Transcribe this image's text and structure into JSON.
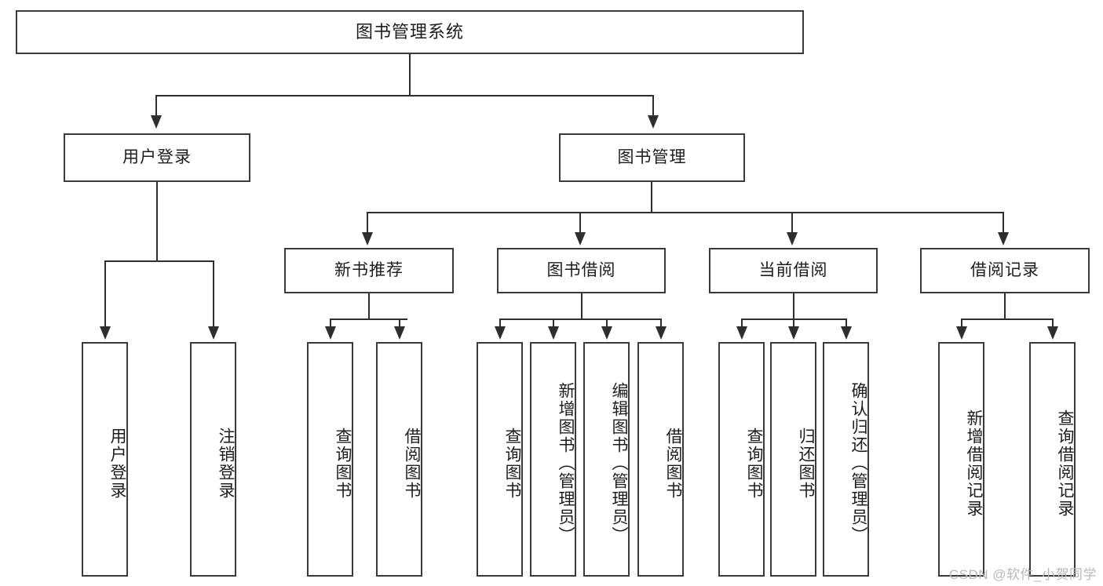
{
  "diagram": {
    "title": "图书管理系统",
    "type": "hierarchy-tree",
    "root": {
      "label": "图书管理系统"
    },
    "level2": [
      {
        "label": "用户登录"
      },
      {
        "label": "图书管理"
      }
    ],
    "level3": [
      {
        "label": "新书推荐"
      },
      {
        "label": "图书借阅"
      },
      {
        "label": "当前借阅"
      },
      {
        "label": "借阅记录"
      }
    ],
    "leaves": {
      "user_login": [
        {
          "label": "用户登录"
        },
        {
          "label": "注销登录"
        }
      ],
      "new_book_recommend": [
        {
          "label": "查询图书"
        },
        {
          "label": "借阅图书"
        }
      ],
      "book_borrow": [
        {
          "label": "查询图书"
        },
        {
          "label": "新增图书（管理员）"
        },
        {
          "label": "编辑图书（管理员）"
        },
        {
          "label": "借阅图书"
        }
      ],
      "current_borrow": [
        {
          "label": "查询图书"
        },
        {
          "label": "归还图书"
        },
        {
          "label": "确认归还（管理员）"
        }
      ],
      "borrow_record": [
        {
          "label": "新增借阅记录"
        },
        {
          "label": "查询借阅记录"
        }
      ]
    }
  },
  "watermark": {
    "text": "CSDN @软件_小贺同学"
  },
  "colors": {
    "box_border": "#3a3a3a",
    "connector": "#2e2e2e",
    "background": "#ffffff",
    "text": "#1d1d1d",
    "watermark": "#b9b9b9"
  }
}
